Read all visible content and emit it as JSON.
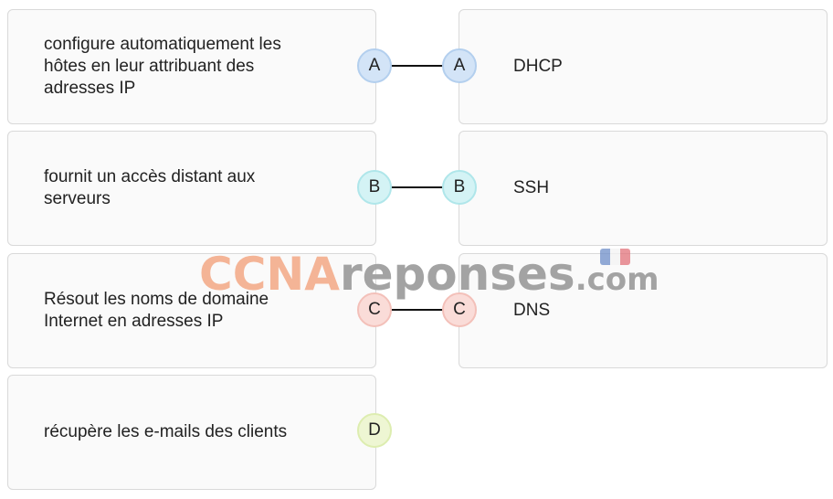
{
  "left_items": [
    {
      "text": "configure automatiquement les hôtes en leur attribuant des adresses IP",
      "letter": "A"
    },
    {
      "text": "fournit un accès distant aux serveurs",
      "letter": "B"
    },
    {
      "text": "Résout les noms de domaine Internet en adresses IP",
      "letter": "C"
    },
    {
      "text": "récupère les e-mails des clients",
      "letter": "D"
    }
  ],
  "right_items": [
    {
      "text": "DHCP",
      "letter": "A"
    },
    {
      "text": "SSH",
      "letter": "B"
    },
    {
      "text": "DNS",
      "letter": "C"
    }
  ],
  "watermark": {
    "part1": "CCNA",
    "part2": "reponses",
    "part3": ".com"
  },
  "colors": {
    "badge_a_fill": "#d3e4f7",
    "badge_a_border": "#b3cfee",
    "badge_b_fill": "#d4f3f5",
    "badge_b_border": "#afe6ea",
    "badge_c_fill": "#fadcd8",
    "badge_c_border": "#f3c0b9",
    "badge_d_fill": "#eef6d3",
    "badge_d_border": "#ddedb0",
    "flag_blue": "#6f8fc9",
    "flag_white": "#f4f4f4",
    "flag_red": "#e2737b"
  }
}
